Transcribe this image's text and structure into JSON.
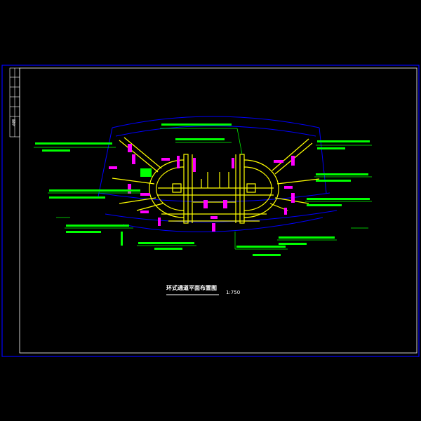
{
  "drawing": {
    "title": "环式通道平面布置图",
    "scale": "1:750",
    "side_label": "图号"
  },
  "colors": {
    "background": "#000000",
    "frame": "#0000ff",
    "road_edge": "#0000ff",
    "structure": "#ffff00",
    "annotation": "#ff00ff",
    "leader": "#00ff00",
    "border": "#ffffff"
  }
}
